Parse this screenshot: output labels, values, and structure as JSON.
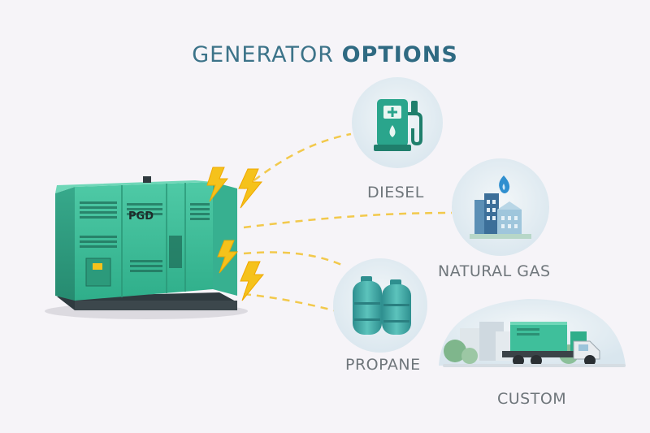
{
  "title": {
    "light": "GENERATOR ",
    "bold": "OPTIONS"
  },
  "generator": {
    "brand": "PGD"
  },
  "options": [
    {
      "label": "DIESEL",
      "icon": "fuel-pump-icon"
    },
    {
      "label": "NATURAL GAS",
      "icon": "gas-building-icon"
    },
    {
      "label": "PROPANE",
      "icon": "propane-tanks-icon"
    },
    {
      "label": "CUSTOM",
      "icon": "truck-generator-icon"
    }
  ],
  "colors": {
    "generator_green": "#3fbf9b",
    "accent_teal": "#2f6a82",
    "lightning_yellow": "#f5c21b",
    "dash_line": "#f2c94c",
    "label_gray": "#6f767b",
    "background": "#f6f4f8"
  }
}
